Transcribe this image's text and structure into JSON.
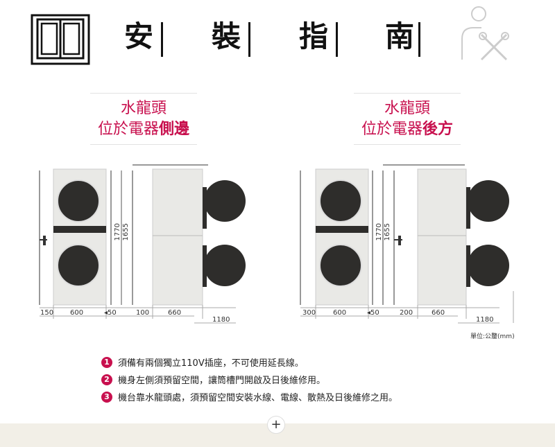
{
  "header": {
    "title_chars": [
      "安",
      "裝",
      "指",
      "南"
    ],
    "book_icon": "open-book-icon",
    "tools_icon": "installer-tools-icon"
  },
  "sections": [
    {
      "line1": "水龍頭",
      "line2_regular": "位於電器",
      "line2_bold": "側邊",
      "dims": {
        "left_gap": "150",
        "tower_width": "600",
        "side_gap": "50",
        "back_gap": "100",
        "depth": "660",
        "total": "1180",
        "height_outer": "1770",
        "height_inner": "1655"
      }
    },
    {
      "line1": "水龍頭",
      "line2_regular": "位於電器",
      "line2_bold": "後方",
      "dims": {
        "left_gap": "300",
        "tower_width": "600",
        "side_gap": "50",
        "back_gap": "200",
        "depth": "660",
        "total": "1180",
        "height_outer": "1770",
        "height_inner": "1655"
      }
    }
  ],
  "unit_note": "單位:公釐(mm)",
  "notes": [
    {
      "num": "1",
      "text": "須備有兩個獨立110V插座，不可使用延長線。"
    },
    {
      "num": "2",
      "text": "機身左側須預留空間，讓筒槽門開啟及日後維修用。"
    },
    {
      "num": "3",
      "text": "機台靠水龍頭處，須預留空間安裝水線、電線、散熱及日後維修之用。"
    }
  ],
  "footer": {
    "expand_label": "+"
  },
  "colors": {
    "accent": "#c8104e",
    "door": "#2e2d2b",
    "panel": "#e9e9e6",
    "footer": "#f2efe7"
  }
}
